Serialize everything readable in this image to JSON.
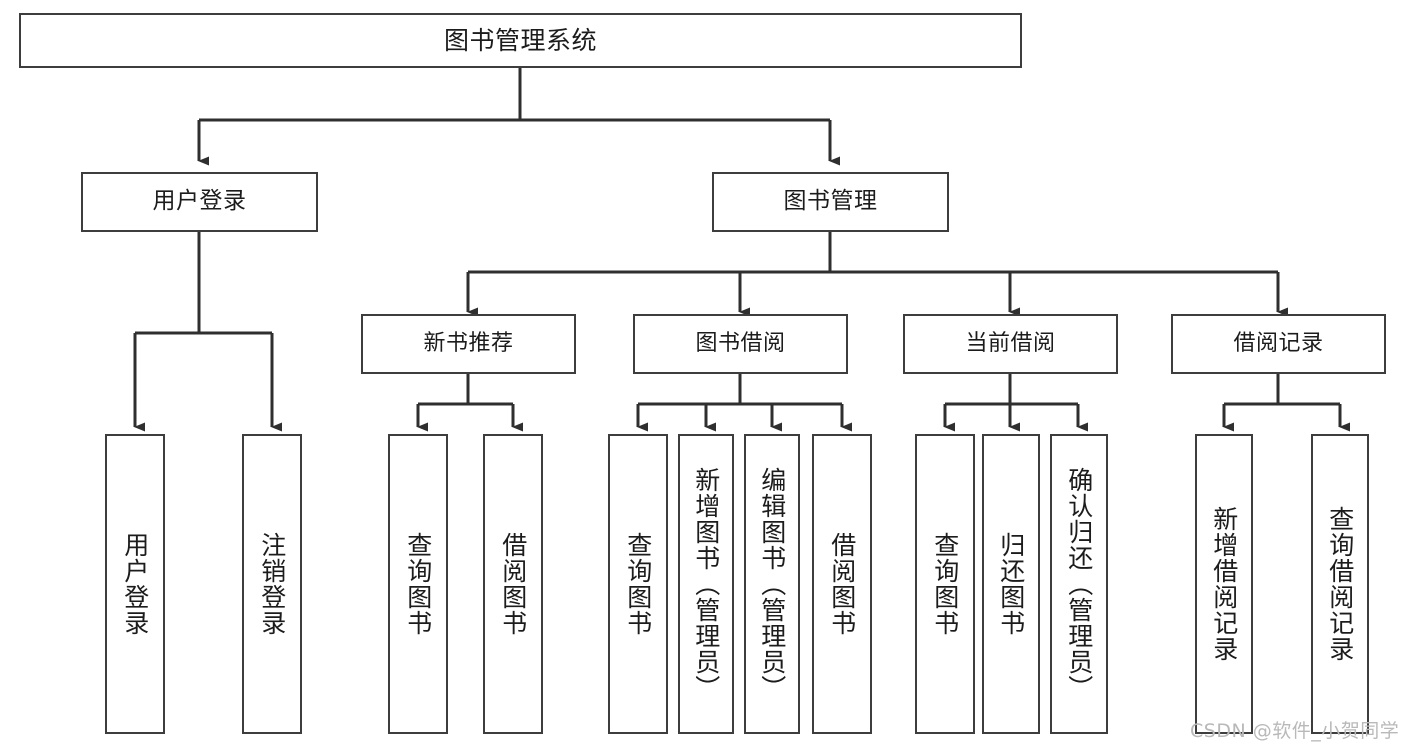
{
  "diagram": {
    "title": "图书管理系统",
    "type": "tree-hierarchy",
    "orientation": "top-down",
    "colors": {
      "node_border": "#3d3d3d",
      "node_fill": "#ffffff",
      "edge": "#2f2f2f",
      "text": "#1c1c1c",
      "watermark": "#b9b9b9",
      "background": "#ffffff"
    }
  },
  "nodes": {
    "root": {
      "label": "图书管理系统"
    },
    "level1": [
      {
        "id": "user-login",
        "label": "用户登录"
      },
      {
        "id": "book-manage",
        "label": "图书管理"
      }
    ],
    "level2": [
      {
        "id": "new-book-recommend",
        "label": "新书推荐"
      },
      {
        "id": "book-borrow",
        "label": "图书借阅"
      },
      {
        "id": "current-borrow",
        "label": "当前借阅"
      },
      {
        "id": "borrow-record",
        "label": "借阅记录"
      }
    ],
    "leaves": {
      "user_login": [
        {
          "id": "leaf-user-login",
          "label": "用户登录"
        },
        {
          "id": "leaf-logout-login",
          "label": "注销登录"
        }
      ],
      "new_book_recommend": [
        {
          "id": "leaf-query-book-1",
          "label": "查询图书"
        },
        {
          "id": "leaf-borrow-book-1",
          "label": "借阅图书"
        }
      ],
      "book_borrow": [
        {
          "id": "leaf-query-book-2",
          "label": "查询图书"
        },
        {
          "id": "leaf-add-book",
          "label": "新增图书（管理员）"
        },
        {
          "id": "leaf-edit-book",
          "label": "编辑图书（管理员）"
        },
        {
          "id": "leaf-borrow-book-2",
          "label": "借阅图书"
        }
      ],
      "current_borrow": [
        {
          "id": "leaf-query-book-3",
          "label": "查询图书"
        },
        {
          "id": "leaf-return-book",
          "label": "归还图书"
        },
        {
          "id": "leaf-confirm-return",
          "label": "确认归还（管理员）"
        }
      ],
      "borrow_record": [
        {
          "id": "leaf-add-borrow-record",
          "label": "新增借阅记录"
        },
        {
          "id": "leaf-query-borrow-record",
          "label": "查询借阅记录"
        }
      ]
    }
  },
  "watermark": {
    "text": "CSDN @软件_小贺同学"
  }
}
